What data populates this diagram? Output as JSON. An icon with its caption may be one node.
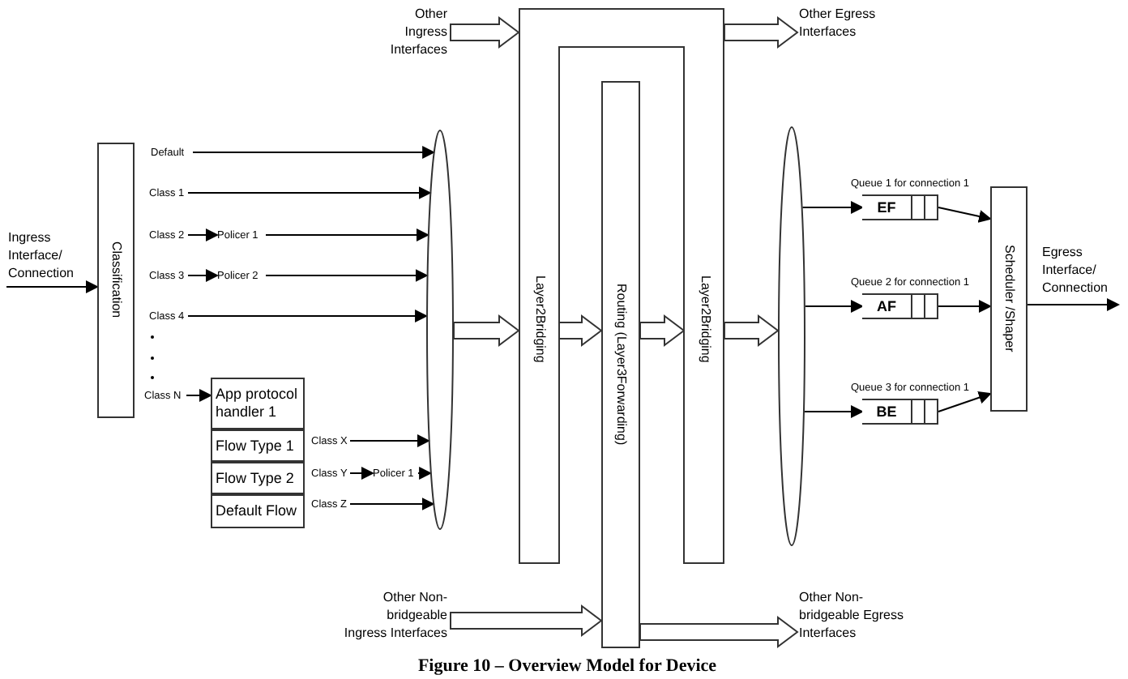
{
  "diagram": {
    "caption": "Figure 10 – Overview Model for Device",
    "nodes": [
      {
        "text": [
          "Ingress Interface/ Connection"
        ]
      },
      {
        "text": [
          "Classification"
        ]
      },
      {
        "text": [
          "Default"
        ]
      },
      {
        "text": [
          "Class 1"
        ]
      },
      {
        "text": [
          "Class 2"
        ]
      },
      {
        "text": [
          "Policer 1"
        ]
      },
      {
        "text": [
          "Class 3"
        ]
      },
      {
        "text": [
          "Policer 2"
        ]
      },
      {
        "text": [
          "Class 4"
        ]
      },
      {
        "text": [
          "Class N"
        ]
      },
      {
        "text": [
          "App protocol handler 1"
        ]
      },
      {
        "text": [
          "Flow Type 1"
        ]
      },
      {
        "text": [
          "Flow Type 2"
        ]
      },
      {
        "text": [
          "Default Flow"
        ]
      },
      {
        "text": [
          "Class X"
        ]
      },
      {
        "text": [
          "Class Y"
        ]
      },
      {
        "text": [
          "Policer 1"
        ]
      },
      {
        "text": [
          "Class Z"
        ]
      },
      {
        "text": [],
        "shape": "ellipse"
      },
      {
        "text": [
          "Other Ingress Interfaces"
        ]
      },
      {
        "text": [
          "Layer2Bridging",
          "Layer2Bridging"
        ]
      },
      {
        "text": [
          "Routing (Layer3Forwarding)"
        ]
      },
      {
        "text": [
          "Other Egress Interfaces"
        ]
      },
      {
        "text": [
          "Other Non-bridgeable Ingress Interfaces"
        ]
      },
      {
        "text": [
          "Other Non-bridgeable Egress Interfaces"
        ]
      },
      {
        "text": [],
        "shape": "ellipse"
      },
      {
        "text": [
          "EF"
        ],
        "beside": [
          "Queue 1 for connection 1"
        ]
      },
      {
        "text": [
          "AF"
        ],
        "beside": [
          "Queue 2 for connection 1"
        ]
      },
      {
        "text": [
          "BE"
        ],
        "beside": [
          "Queue 3 for connection 1"
        ]
      },
      {
        "text": [
          "Scheduler /Shaper"
        ]
      },
      {
        "text": [
          "Egress Interface/ Connection"
        ]
      }
    ],
    "edges": [
      {
        "from": 0,
        "to": 1,
        "arrow": "to"
      },
      {
        "from": 2,
        "to": 18,
        "arrow": "to"
      },
      {
        "from": 3,
        "to": 18,
        "arrow": "to"
      },
      {
        "from": 4,
        "to": 5,
        "arrow": "to"
      },
      {
        "from": 5,
        "to": 18,
        "arrow": "to"
      },
      {
        "from": 6,
        "to": 7,
        "arrow": "to"
      },
      {
        "from": 7,
        "to": 18,
        "arrow": "to"
      },
      {
        "from": 8,
        "to": 18,
        "arrow": "to"
      },
      {
        "from": 9,
        "to": 10,
        "arrow": "to"
      },
      {
        "from": 14,
        "to": 18,
        "arrow": "to"
      },
      {
        "from": 15,
        "to": 16,
        "arrow": "to"
      },
      {
        "from": 16,
        "to": 18,
        "arrow": "to"
      },
      {
        "from": 17,
        "to": 18,
        "arrow": "to"
      },
      {
        "from": 18,
        "to": 20,
        "arrow": "to",
        "style": "thick"
      },
      {
        "from": 19,
        "to": 20,
        "arrow": "to",
        "style": "thick"
      },
      {
        "from": 20,
        "to": 21,
        "arrow": "to",
        "style": "thick"
      },
      {
        "from": 21,
        "to": 20,
        "arrow": "to",
        "style": "thick"
      },
      {
        "from": 20,
        "to": 22,
        "arrow": "to",
        "style": "thick"
      },
      {
        "from": 20,
        "to": 25,
        "arrow": "to",
        "style": "thick"
      },
      {
        "from": 23,
        "to": 21,
        "arrow": "to",
        "style": "thick"
      },
      {
        "from": 21,
        "to": 24,
        "arrow": "to",
        "style": "thick"
      },
      {
        "from": 25,
        "to": 26,
        "arrow": "to"
      },
      {
        "from": 25,
        "to": 27,
        "arrow": "to"
      },
      {
        "from": 25,
        "to": 28,
        "arrow": "to"
      },
      {
        "from": 26,
        "to": 29,
        "arrow": "to"
      },
      {
        "from": 27,
        "to": 29,
        "arrow": "to"
      },
      {
        "from": 28,
        "to": 29,
        "arrow": "to"
      },
      {
        "from": 29,
        "to": 30,
        "arrow": "to"
      }
    ]
  }
}
